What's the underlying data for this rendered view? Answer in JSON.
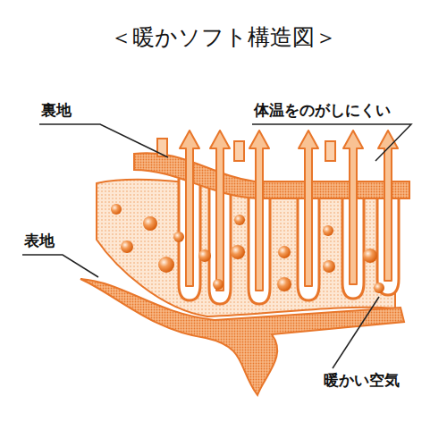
{
  "diagram": {
    "title": "＜暖かソフト構造図＞",
    "labels": [
      "裏地",
      "体温をのがしにくい",
      "表地",
      "暖かい空気"
    ]
  }
}
